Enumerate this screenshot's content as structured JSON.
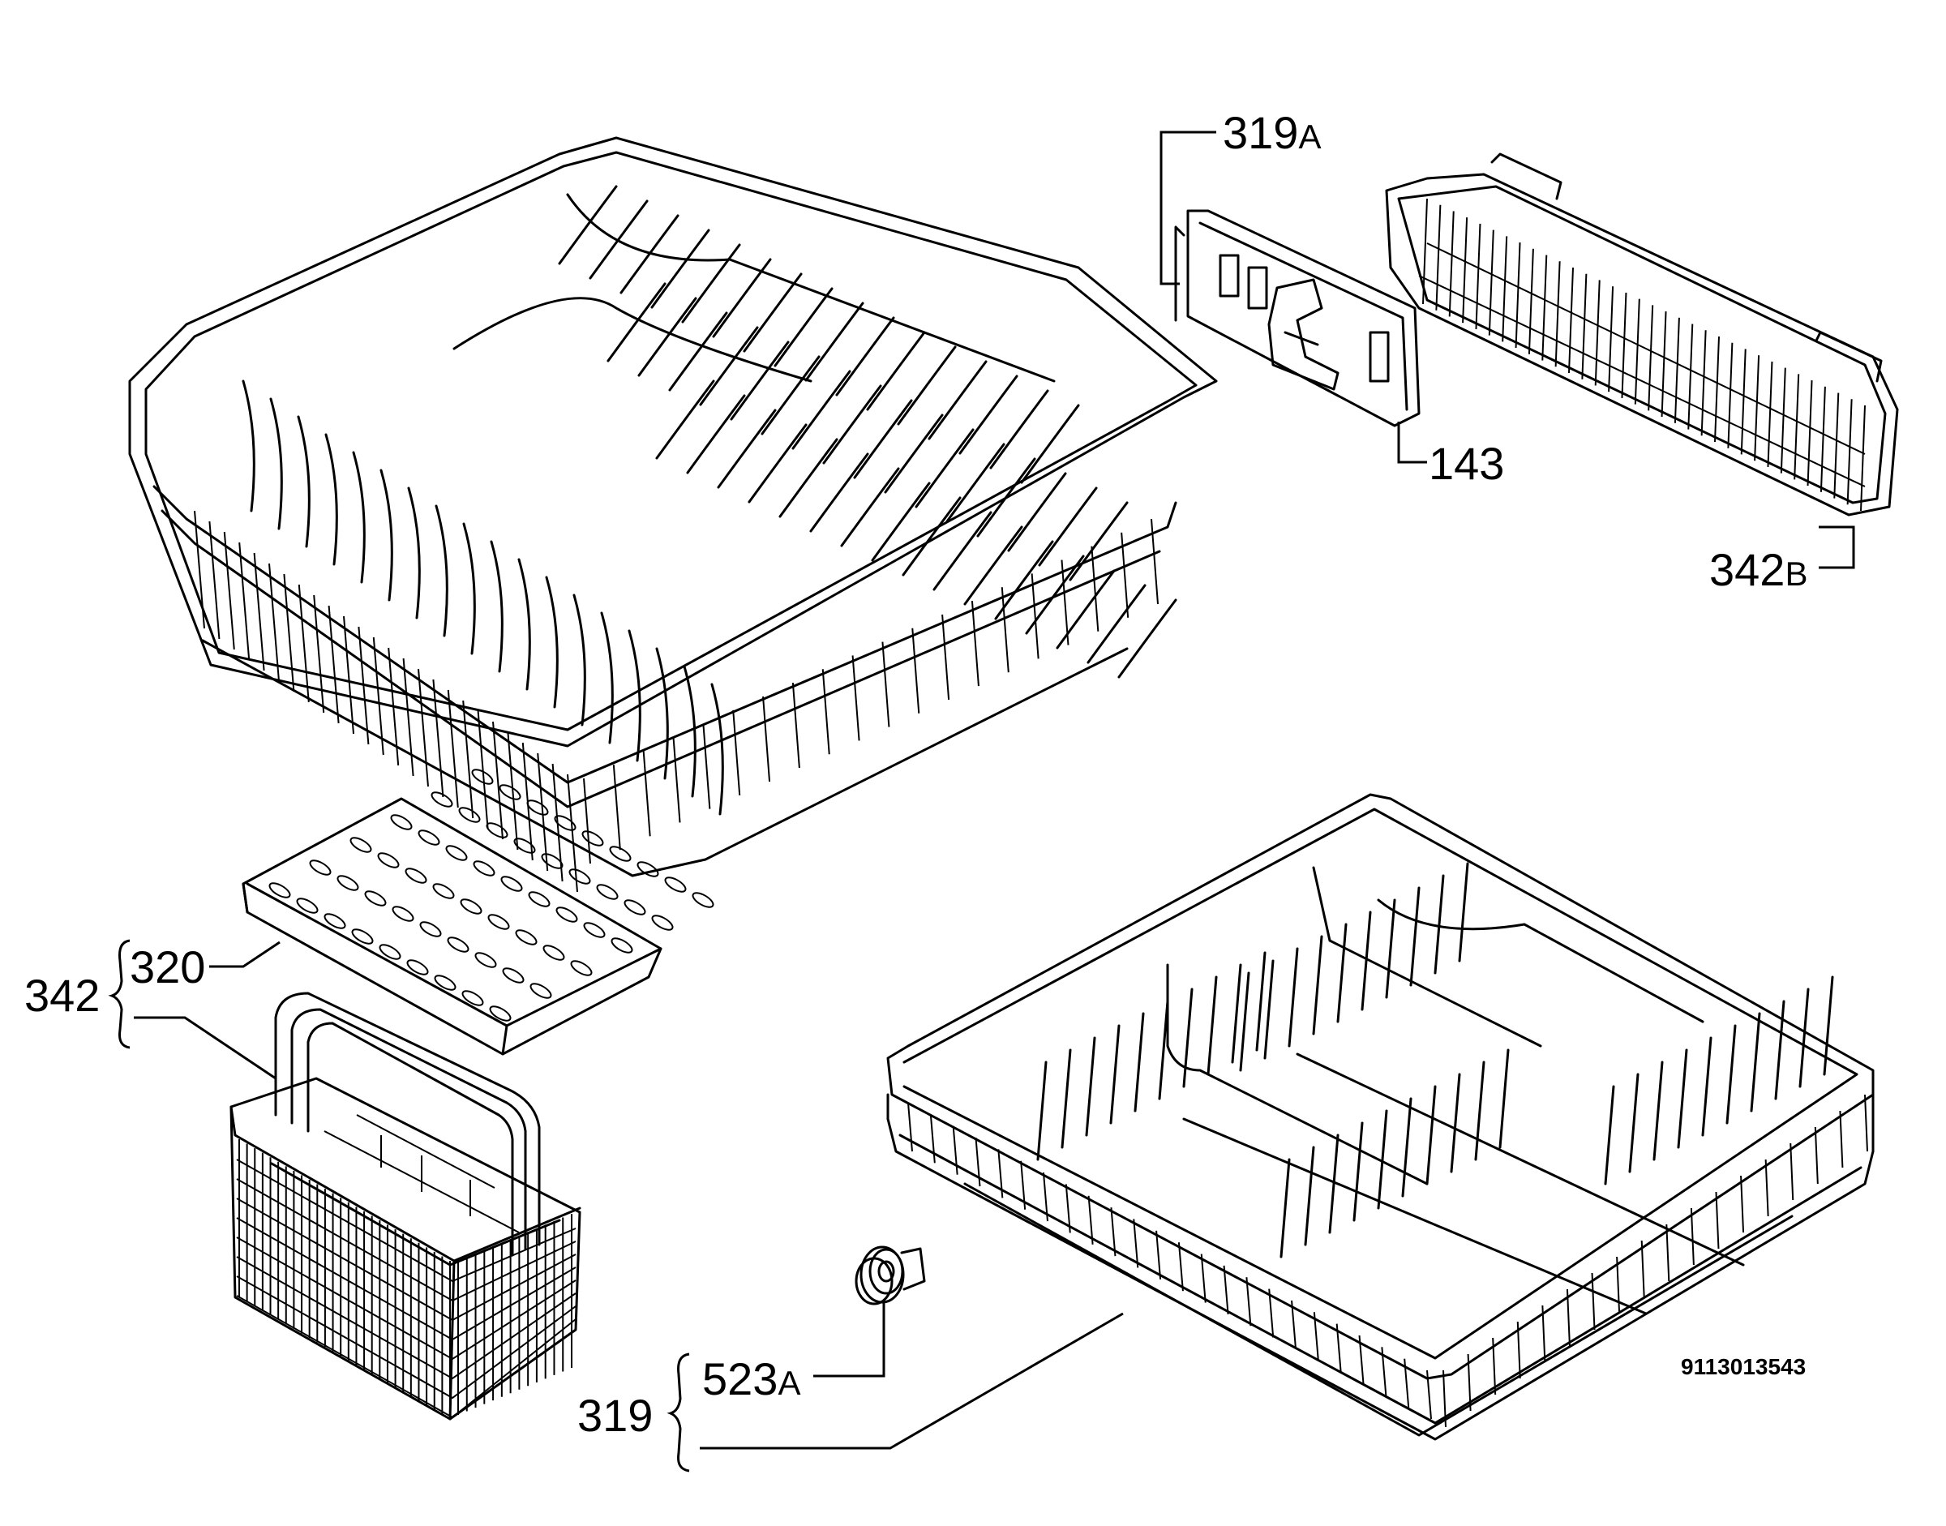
{
  "labels": {
    "l319a_num": "319",
    "l319a_suf": "A",
    "l143": "143",
    "l342b_num": "342",
    "l342b_suf": "B",
    "l342": "342",
    "l320": "320",
    "l523a_num": "523",
    "l523a_suf": "A",
    "l319": "319",
    "drawing_code": "9113013543"
  },
  "parts": [
    {
      "id": "upper-basket",
      "icon": "upper-dish-rack-drawing"
    },
    {
      "id": "rail-bracket",
      "icon": "rail-adjuster-bracket-drawing"
    },
    {
      "id": "side-shelf",
      "icon": "cup-shelf-drawing"
    },
    {
      "id": "cutlery-grid",
      "icon": "cutlery-cover-grid-drawing"
    },
    {
      "id": "cutlery-basket",
      "icon": "cutlery-basket-drawing"
    },
    {
      "id": "wheel",
      "icon": "rack-wheel-drawing"
    },
    {
      "id": "lower-basket",
      "icon": "lower-dish-rack-drawing"
    }
  ],
  "colors": {
    "ink": "#000000",
    "paper": "#ffffff"
  }
}
